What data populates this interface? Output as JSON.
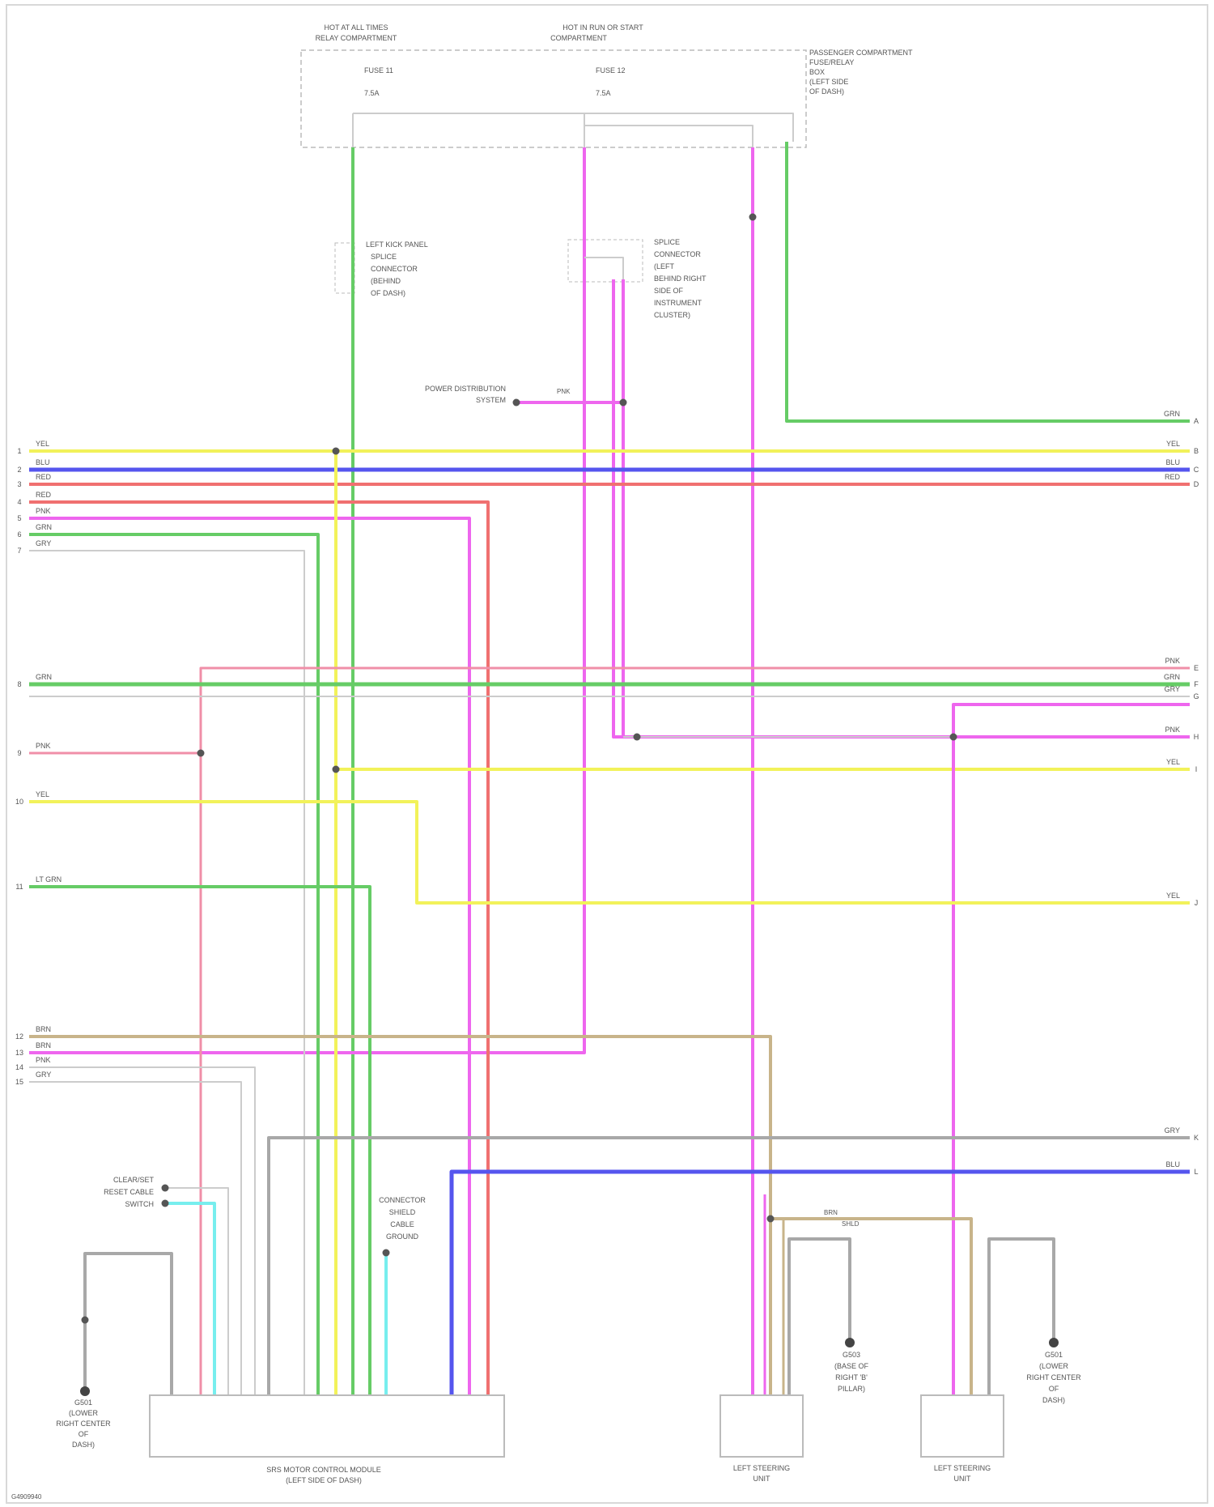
{
  "diagram_id": "G4909940",
  "colors": {
    "yellow": "#f2f25a",
    "blue": "#5555ee",
    "red": "#f07070",
    "pink": "#f08fa8",
    "magenta": "#ee66ee",
    "green": "#66cc66",
    "lightgreen": "#88dd88",
    "tan": "#c8b48a",
    "gray": "#a8a8a8",
    "lightgray": "#cccccc",
    "cyan": "#77eeee",
    "frame": "#bbbbbb"
  },
  "top": {
    "fuse_block_left": "HOT AT ALL TIMES",
    "fuse_block_left_sub": "RELAY COMPARTMENT",
    "fuse_block_right": "HOT IN RUN OR START",
    "fuse_block_right_sub": "COMPARTMENT",
    "fuse_left_name": "FUSE 11",
    "fuse_left_rating": "7.5A",
    "fuse_right_name": "FUSE 12",
    "fuse_right_rating": "7.5A",
    "box_label_lines": [
      "PASSENGER COMPARTMENT",
      "FUSE/RELAY",
      "BOX",
      "(LEFT SIDE",
      "OF DASH)"
    ]
  },
  "junctions": {
    "left_lines": [
      "LEFT KICK PANEL",
      "SPLICE",
      "CONNECTOR",
      "(BEHIND",
      "OF DASH)"
    ],
    "right_lines": [
      "SPLICE",
      "CONNECTOR",
      "(LEFT",
      "BEHIND RIGHT",
      "SIDE OF",
      "INSTRUMENT",
      "CLUSTER)"
    ],
    "ignition_label_lines": [
      "POWER DISTRIBUTION",
      "SYSTEM"
    ],
    "ignition_wire": "PNK"
  },
  "left_pins": [
    {
      "num": "1",
      "color": "YEL"
    },
    {
      "num": "2",
      "color": "BLU"
    },
    {
      "num": "3",
      "color": "RED"
    },
    {
      "num": "4",
      "color": "RED"
    },
    {
      "num": "5",
      "color": "PNK"
    },
    {
      "num": "6",
      "color": "GRN"
    },
    {
      "num": "7",
      "color": "GRY"
    },
    {
      "num": "8",
      "color": "GRN"
    },
    {
      "num": "9",
      "color": "PNK"
    },
    {
      "num": "10",
      "color": "YEL"
    },
    {
      "num": "11",
      "color": "LT GRN"
    },
    {
      "num": "12",
      "color": "BRN"
    },
    {
      "num": "13",
      "color": "BRN"
    },
    {
      "num": "14",
      "color": "PNK"
    },
    {
      "num": "15",
      "color": "GRY"
    }
  ],
  "right_pins": [
    {
      "letter": "A",
      "color": "GRN"
    },
    {
      "letter": "B",
      "color": "YEL"
    },
    {
      "letter": "C",
      "color": "BLU"
    },
    {
      "letter": "D",
      "color": "RED"
    },
    {
      "letter": "E",
      "color": "PNK"
    },
    {
      "letter": "F",
      "color": "GRN"
    },
    {
      "letter": "G",
      "color": "GRY"
    },
    {
      "letter": "H",
      "color": "PNK"
    },
    {
      "letter": "I",
      "color": "YEL"
    },
    {
      "letter": "J",
      "color": "YEL"
    },
    {
      "letter": "K",
      "color": "GRY"
    },
    {
      "letter": "L",
      "color": "BLU"
    }
  ],
  "bottom": {
    "module_label_lines": [
      "SRS MOTOR CONTROL MODULE",
      "(LEFT SIDE OF DASH)"
    ],
    "left_ground_lines": [
      "G501",
      "(LOWER",
      "RIGHT CENTER",
      "OF",
      "DASH)"
    ],
    "input_lines": [
      "CLEAR/SET",
      "RESET CABLE",
      "SWITCH"
    ],
    "shield_lines": [
      "CONNECTOR",
      "SHIELD",
      "CABLE",
      "GROUND"
    ],
    "motor1_label_lines": [
      "LEFT STEERING",
      "UNIT"
    ],
    "motor2_label_lines": [
      "LEFT STEERING",
      "UNIT"
    ],
    "ground2_lines": [
      "G503",
      "(BASE OF",
      "RIGHT 'B'",
      "PILLAR)"
    ],
    "ground3_lines": [
      "G501",
      "(LOWER",
      "RIGHT CENTER",
      "OF",
      "DASH)"
    ],
    "shield_wire": "BRN",
    "shield_wire2": "SHLD"
  }
}
